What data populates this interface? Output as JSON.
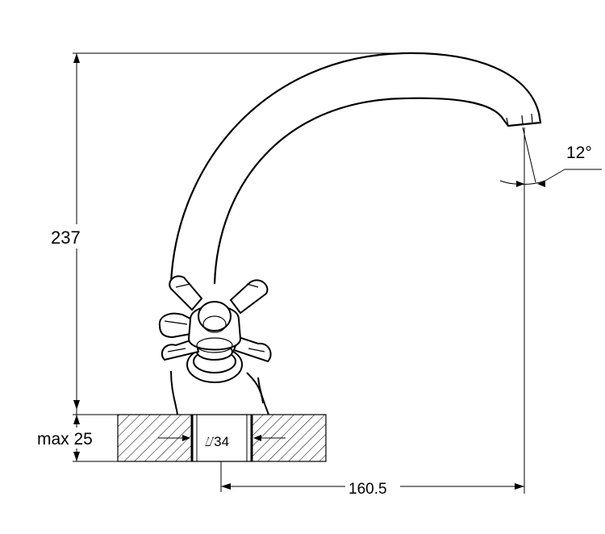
{
  "dimensions": {
    "height": "237",
    "max_thickness": "max 25",
    "hole_diameter": "⌰34",
    "reach": "160.5",
    "angle": "12°"
  },
  "colors": {
    "line": "#000000",
    "background": "#ffffff"
  }
}
